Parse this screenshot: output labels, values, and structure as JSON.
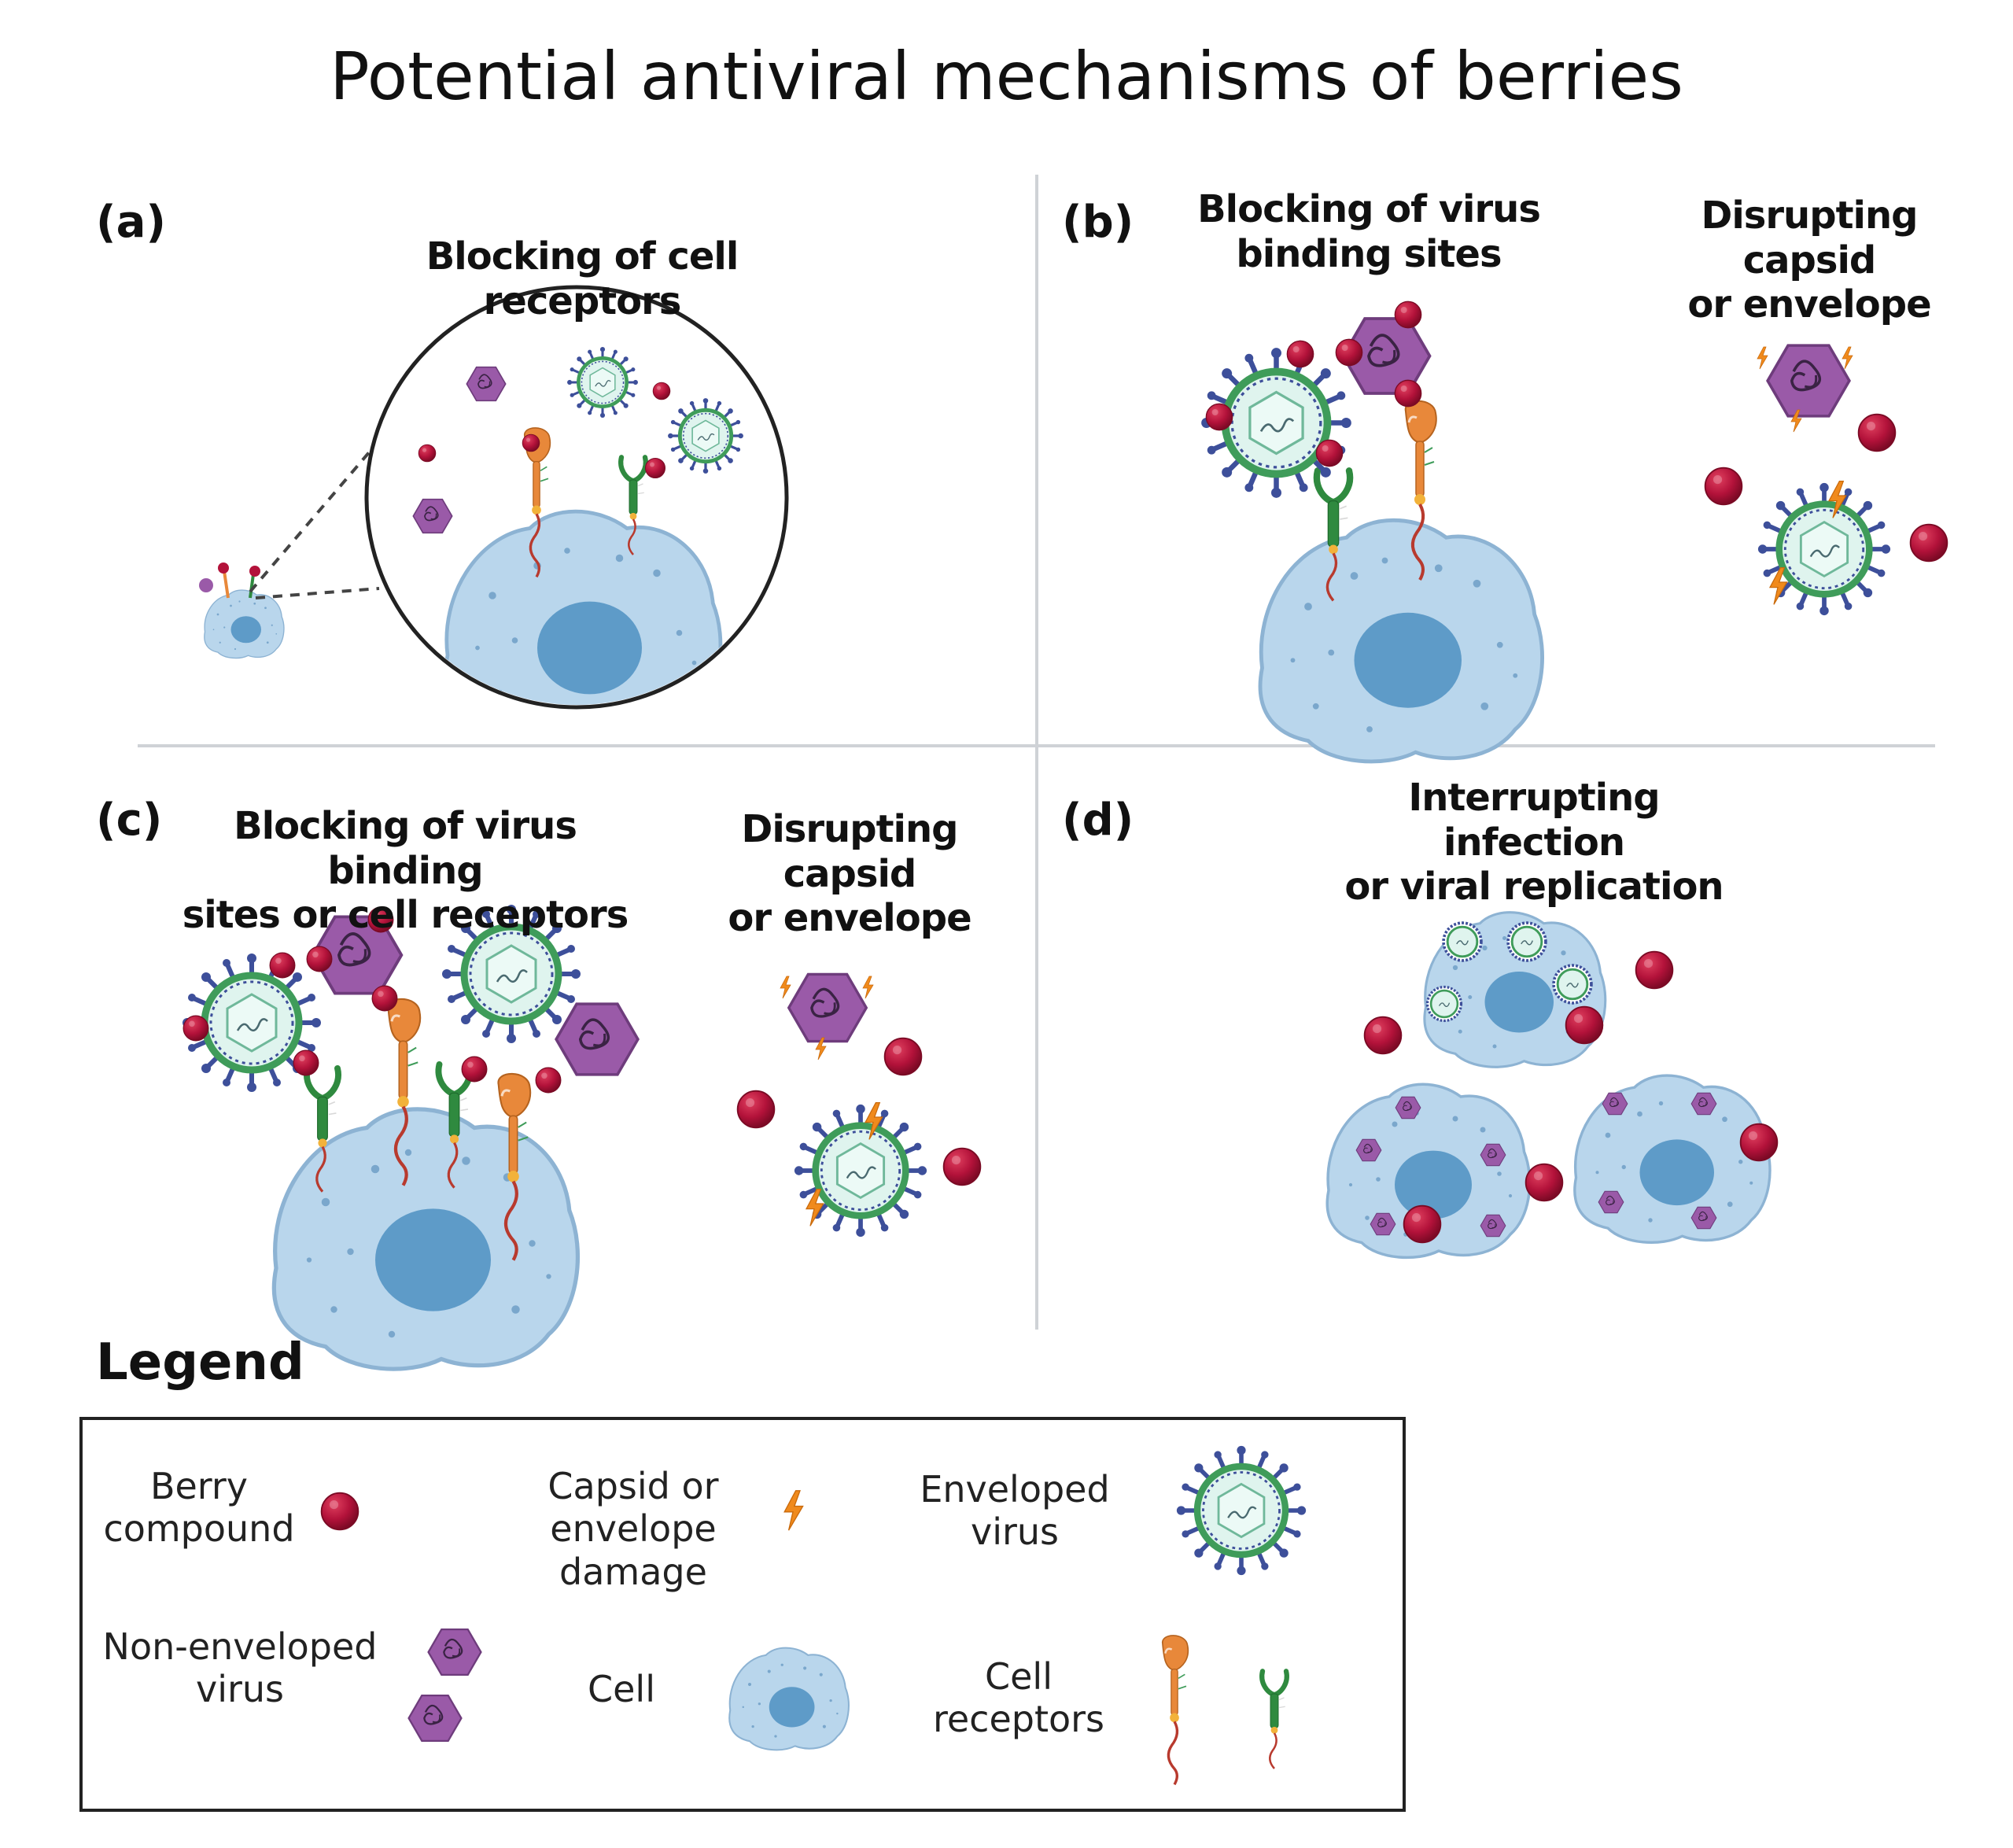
{
  "title": "Potential antiviral mechanisms of berries",
  "panels": {
    "a": {
      "label": "(a)",
      "heading": "Blocking of cell receptors"
    },
    "b": {
      "label": "(b)",
      "heading_left_1": "Blocking of virus",
      "heading_left_2": "binding sites",
      "heading_right_1": "Disrupting capsid",
      "heading_right_2": "or envelope"
    },
    "c": {
      "label": "(c)",
      "heading_left_1": "Blocking of virus binding",
      "heading_left_2": "sites or cell receptors",
      "heading_right_1": "Disrupting capsid",
      "heading_right_2": "or envelope"
    },
    "d": {
      "label": "(d)",
      "heading_1": "Interrupting infection",
      "heading_2": "or viral replication"
    }
  },
  "legend": {
    "heading": "Legend",
    "berry_1": "Berry",
    "berry_2": "compound",
    "damage_1": "Capsid or",
    "damage_2": "envelope",
    "damage_3": "damage",
    "enveloped_1": "Enveloped",
    "enveloped_2": "virus",
    "nonenv_1": "Non-enveloped",
    "nonenv_2": "virus",
    "cell": "Cell",
    "receptors_1": "Cell",
    "receptors_2": "receptors"
  },
  "colors": {
    "berry": "#b3123a",
    "cell": "#b9d6ec",
    "nucleus": "#5e9bc8",
    "nonenveloped": "#9a5aa8",
    "envelope_green": "#3f9c5a",
    "spike_blue": "#3d4f9a",
    "damage": "#f08a1c",
    "receptor_orange": "#e8883a",
    "receptor_green": "#2f8a3f"
  }
}
